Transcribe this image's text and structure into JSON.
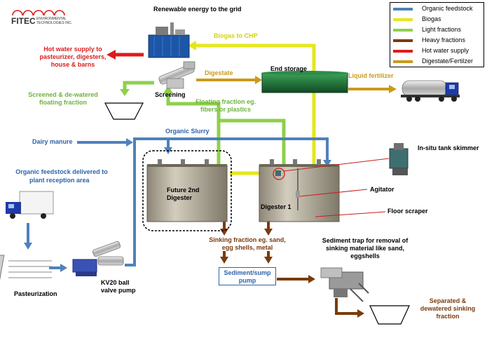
{
  "logo": {
    "name": "FITEC",
    "subtitle_line1": "ENVIRONMENTAL",
    "subtitle_line2": "TECHNOLOGIES INC."
  },
  "legend": [
    {
      "label": "Organic feedstock",
      "color": "#4f81bd"
    },
    {
      "label": "Biogas",
      "color": "#e6e61e"
    },
    {
      "label": "Light fractions",
      "color": "#8ed04c"
    },
    {
      "label": "Heavy fractions",
      "color": "#7a3b0e"
    },
    {
      "label": "Hot water supply",
      "color": "#e01b1b"
    },
    {
      "label": "Digestate/Fertilzer",
      "color": "#c99a1c"
    }
  ],
  "labels": {
    "renewable_energy": "Renewable energy to the grid",
    "biogas_to_chp": "Biogas to CHP",
    "hot_water_line1": "Hot water supply to",
    "hot_water_line2": "pasteurizer, digesters,",
    "hot_water_line3": "house & barns",
    "digestate": "Digestate",
    "end_storage": "End storage",
    "liquid_fertilizer": "Liquid fertilizer",
    "screened_line1": "Screened & de-watered",
    "screened_line2": "floating fraction",
    "screening": "Screening",
    "floating_line1": "Floating fraction eg.",
    "floating_line2": "fibers or plastics",
    "dairy_manure": "Dairy manure",
    "organic_slurry": "Organic Slurry",
    "insitu_skimmer": "In-situ tank skimmer",
    "organic_delivered_line1": "Organic feedstock delivered to",
    "organic_delivered_line2": "plant reception area",
    "future_digester_line1": "Future 2nd",
    "future_digester_line2": "Digester",
    "digester1": "Digester 1",
    "agitator": "Agitator",
    "floor_scraper": "Floor scraper",
    "sinking_line1": "Sinking fraction eg. sand,",
    "sinking_line2": "egg shells, metal",
    "sediment_trap_line1": "Sediment trap for removal of",
    "sediment_trap_line2": "sinking material like sand,",
    "sediment_trap_line3": "eggshells",
    "sump_line1": "Sediment/sump",
    "sump_line2": "pump",
    "kv20_line1": "KV20 ball",
    "kv20_line2": "valve pump",
    "pasteurization": "Pasteurization",
    "separated_line1": "Separated &",
    "separated_line2": "dewatered sinking",
    "separated_line3": "fraction"
  }
}
